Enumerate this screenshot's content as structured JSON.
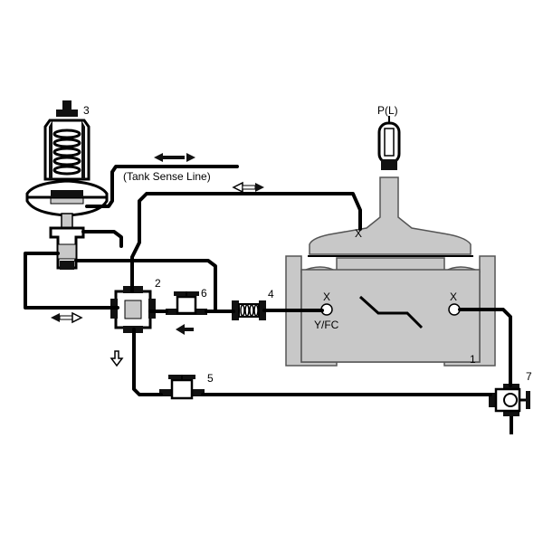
{
  "labels": {
    "tank_sense_line": "(Tank Sense Line)",
    "pressure_point": "P(L)",
    "port_y_fc": "Y/FC",
    "port_x_top": "X",
    "port_x_left": "X",
    "port_x_right": "X"
  },
  "components": [
    {
      "id": "main-valve",
      "number": "1"
    },
    {
      "id": "control-block",
      "number": "2"
    },
    {
      "id": "pilot-regulator",
      "number": "3"
    },
    {
      "id": "strainer",
      "number": "4"
    },
    {
      "id": "isolation-valve-lower",
      "number": "5"
    },
    {
      "id": "isolation-valve-upper",
      "number": "6"
    },
    {
      "id": "three-way-cock",
      "number": "7"
    }
  ],
  "colors": {
    "line": "#000000",
    "valve_body": "#c8c8c8",
    "background": "#ffffff"
  }
}
